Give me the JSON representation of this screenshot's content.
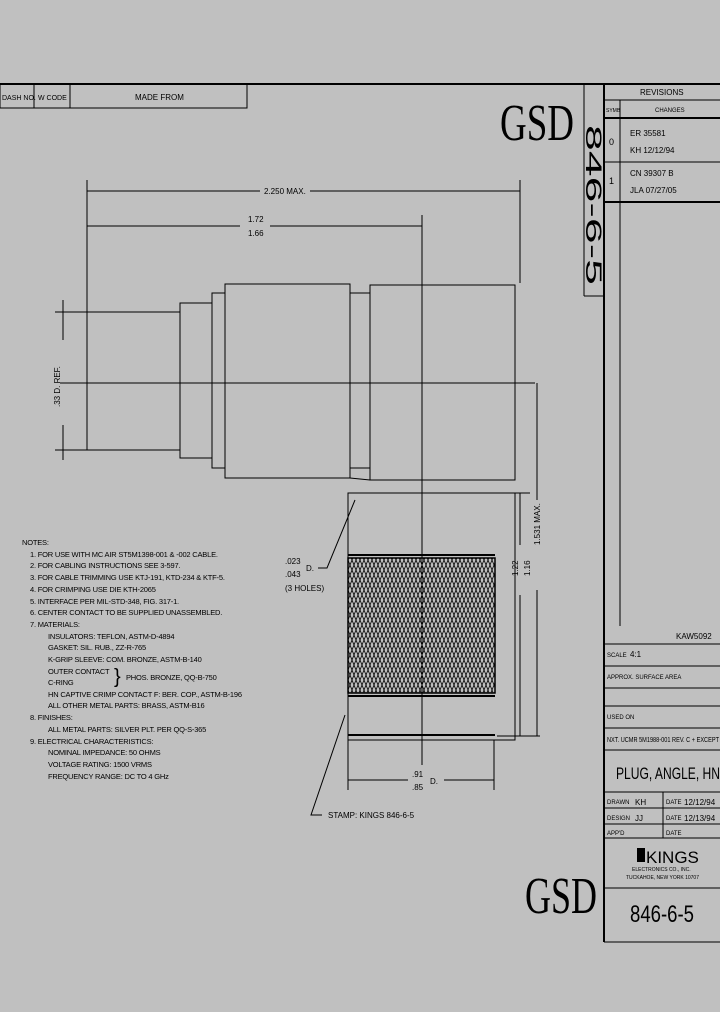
{
  "header": {
    "dash_no": "DASH NO.",
    "w_code": "W CODE",
    "made_from": "MADE FROM"
  },
  "logo_text": "GSD",
  "drawing_number": "846-6-5",
  "revisions": {
    "title": "REVISIONS",
    "col_sym": "SYMB",
    "col_changes": "CHANGES",
    "rows": [
      {
        "sym": "0",
        "line1": "ER 35581",
        "line2": "KH 12/12/94"
      },
      {
        "sym": "1",
        "line1": "CN 39307 B",
        "line2": "JLA 07/27/05"
      }
    ]
  },
  "dimensions": {
    "overall": "2.250 MAX.",
    "len_max": "1.72",
    "len_min": "1.66",
    "cable_dia": ".33 D. REF.",
    "height": "1.531 MAX.",
    "knurl_max": "1.22",
    "knurl_min": "1.16",
    "hole_max": ".023",
    "hole_min": ".043",
    "hole_suffix": "D.",
    "holes": "(3 HOLES)",
    "dia_max": ".91",
    "dia_min": ".85",
    "dia_suffix": "D.",
    "stamp": "STAMP: KINGS 846-6-5"
  },
  "notes": {
    "title": "NOTES:",
    "items": [
      "1. FOR USE WITH MC AIR ST5M1398-001 & -002 CABLE.",
      "2. FOR CABLING INSTRUCTIONS SEE 3-597.",
      "3. FOR CABLE TRIMMING USE KTJ-191, KTD-234 & KTF-5.",
      "4. FOR CRIMPING USE DIE KTH-2065",
      "5. INTERFACE PER MIL-STD-348, FIG. 317-1.",
      "6. CENTER CONTACT TO BE SUPPLIED UNASSEMBLED.",
      "7. MATERIALS:",
      "INSULATORS: TEFLON, ASTM-D-4894",
      "GASKET: SIL. RUB., ZZ-R-765",
      "K-GRIP SLEEVE: COM. BRONZE, ASTM-B-140",
      "OUTER CONTACT",
      "C-RING",
      "PHOS. BRONZE, QQ-B-750",
      "HN CAPTIVE CRIMP CONTACT F: BER. COP., ASTM-B-196",
      "ALL OTHER METAL PARTS: BRASS, ASTM-B16",
      "8. FINISHES:",
      "ALL METAL PARTS: SILVER PLT. PER QQ-S-365",
      "9. ELECTRICAL CHARACTERISTICS:",
      "NOMINAL IMPEDANCE: 50 OHMS",
      "VOLTAGE RATING: 1500 VRMS",
      "FREQUENCY RANGE: DC TO 4 GHz"
    ]
  },
  "title_block": {
    "ref": "KAW5092",
    "scale_label": "SCALE",
    "scale": "4:1",
    "surface_area": "APPROX. SURFACE AREA",
    "used_on": "USED ON",
    "nxt": "NXT.  UCMR 5M1988-001 REV. C + EXCEPT",
    "title": "PLUG, ANGLE, HN",
    "drawn_label": "DRAWN",
    "drawn": "KH",
    "drawn_date_label": "DATE",
    "drawn_date": "12/12/94",
    "design_label": "DESIGN",
    "design": "JJ",
    "design_date_label": "DATE",
    "design_date": "12/13/94",
    "appd_label": "APP'D",
    "appd_date_label": "DATE",
    "company": "KINGS",
    "company_line2": "ELECTRONICS CO., INC.",
    "company_line3": "TUCKAHOE, NEW YORK 10707",
    "number": "846-6-5"
  }
}
